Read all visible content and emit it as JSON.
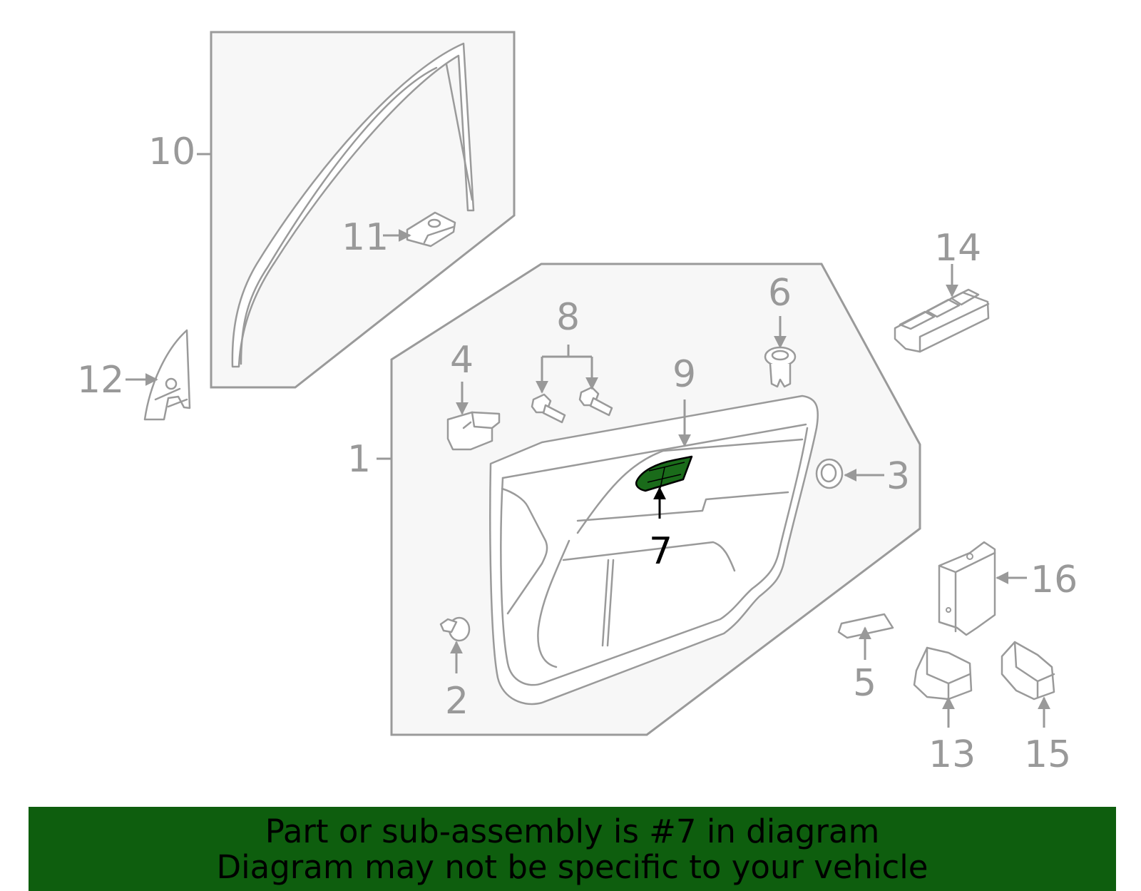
{
  "diagram": {
    "callouts": [
      {
        "id": "1",
        "label": "1",
        "highlighted": false
      },
      {
        "id": "2",
        "label": "2",
        "highlighted": false
      },
      {
        "id": "3",
        "label": "3",
        "highlighted": false
      },
      {
        "id": "4",
        "label": "4",
        "highlighted": false
      },
      {
        "id": "5",
        "label": "5",
        "highlighted": false
      },
      {
        "id": "6",
        "label": "6",
        "highlighted": false
      },
      {
        "id": "7",
        "label": "7",
        "highlighted": true
      },
      {
        "id": "8",
        "label": "8",
        "highlighted": false
      },
      {
        "id": "9",
        "label": "9",
        "highlighted": false
      },
      {
        "id": "10",
        "label": "10",
        "highlighted": false
      },
      {
        "id": "11",
        "label": "11",
        "highlighted": false
      },
      {
        "id": "12",
        "label": "12",
        "highlighted": false
      },
      {
        "id": "13",
        "label": "13",
        "highlighted": false
      },
      {
        "id": "14",
        "label": "14",
        "highlighted": false
      },
      {
        "id": "15",
        "label": "15",
        "highlighted": false
      },
      {
        "id": "16",
        "label": "16",
        "highlighted": false
      }
    ],
    "colors": {
      "line": "#999999",
      "panel_fill": "#f7f7f7",
      "highlight": "#1a6b1a",
      "banner": "#0e5e0e"
    }
  },
  "banner": {
    "line1": "Part or sub-assembly is #7 in diagram",
    "line2": "Diagram may not be specific to your vehicle"
  }
}
